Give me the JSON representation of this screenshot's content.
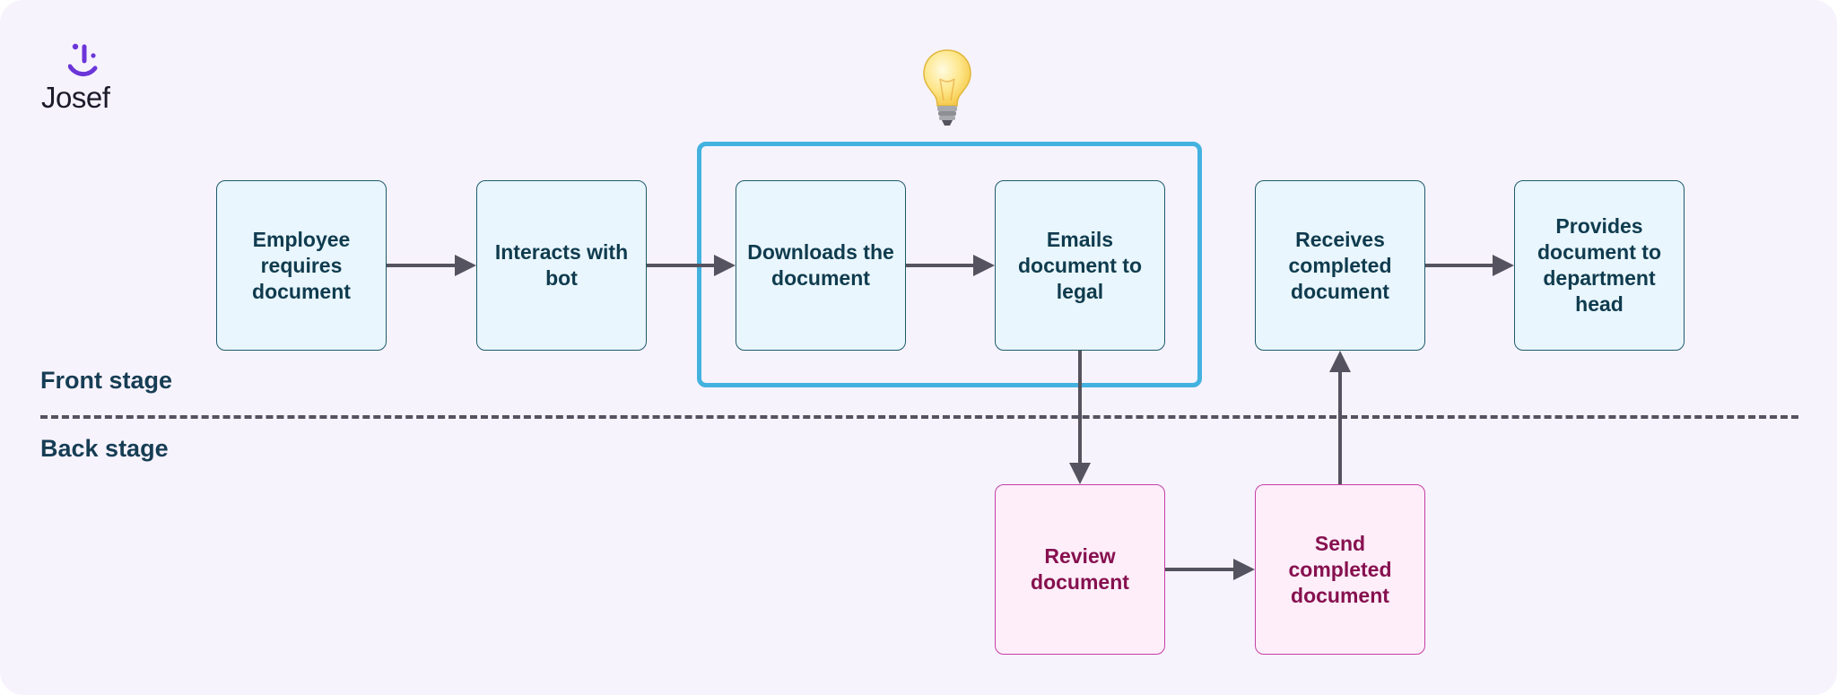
{
  "brand": {
    "name": "Josef",
    "accent_color": "#6b35d8"
  },
  "stages": {
    "front": "Front stage",
    "back": "Back stage"
  },
  "front_steps": [
    "Employee requires document",
    "Interacts with bot",
    "Downloads the document",
    "Emails document to legal",
    "Receives completed document",
    "Provides document to department head"
  ],
  "back_steps": [
    "Review document",
    "Send completed document"
  ],
  "icons": {
    "highlight": "lightbulb-icon"
  },
  "colors": {
    "background": "#f7f3fd",
    "front_fill": "#e9f6fd",
    "front_border": "#1f5a6b",
    "front_text": "#0f3b4e",
    "back_fill": "#fdeef9",
    "back_border": "#c53fa6",
    "back_text": "#86104f",
    "highlight_border": "#43b2df",
    "arrow": "#55535f"
  }
}
